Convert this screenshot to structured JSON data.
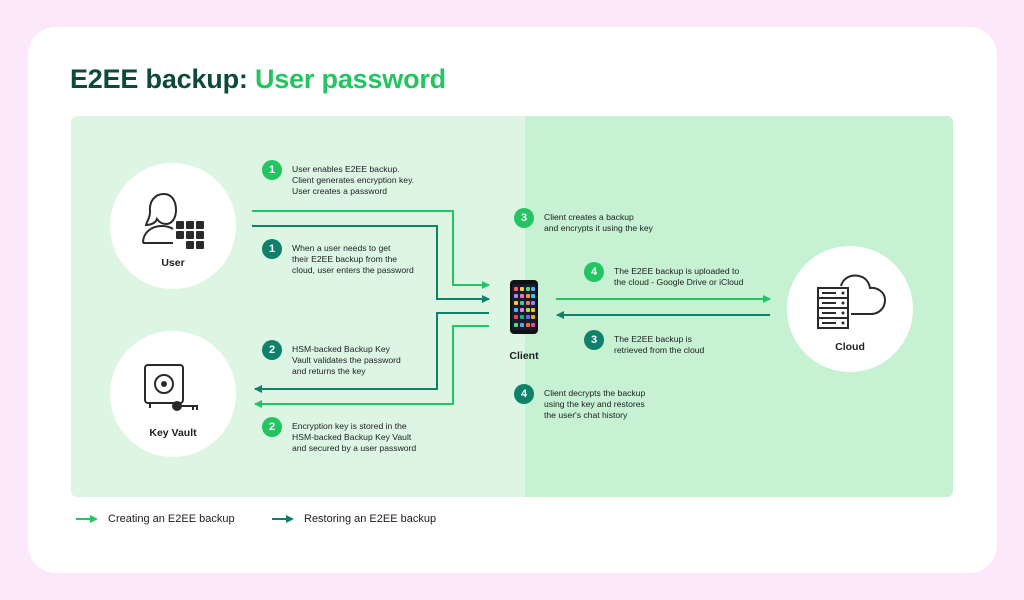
{
  "title": {
    "main": "E2EE backup:",
    "accent": "User password"
  },
  "nodes": {
    "user": "User",
    "key_vault": "Key Vault",
    "client": "Client",
    "cloud": "Cloud"
  },
  "icons": {
    "user": "user-keypad-icon",
    "key_vault": "vault-key-icon",
    "client": "smartphone-icon",
    "cloud": "server-cloud-icon"
  },
  "steps": [
    {
      "num": "1",
      "flow": "create",
      "text": "User enables E2EE backup.\nClient generates encryption key.\nUser creates a password"
    },
    {
      "num": "1",
      "flow": "restore",
      "text": "When a user needs to get\ntheir E2EE backup from the\ncloud, user enters the password"
    },
    {
      "num": "2",
      "flow": "restore",
      "text": "HSM-backed Backup Key\nVault validates the password\nand returns the key"
    },
    {
      "num": "2",
      "flow": "create",
      "text": "Encryption key is stored in the\nHSM-backed Backup Key Vault\nand secured by a user password"
    },
    {
      "num": "3",
      "flow": "create",
      "text": "Client creates a backup\nand encrypts it using the key"
    },
    {
      "num": "4",
      "flow": "create",
      "text": "The E2EE backup is uploaded to\nthe cloud - Google Drive or iCloud"
    },
    {
      "num": "3",
      "flow": "restore",
      "text": "The E2EE backup is\nretrieved from the cloud"
    },
    {
      "num": "4",
      "flow": "restore",
      "text": "Client decrypts the backup\nusing the key and restores\nthe user's chat history"
    }
  ],
  "legend": {
    "create": "Creating an E2EE backup",
    "restore": "Restoring an E2EE backup"
  },
  "colors": {
    "create": "#25c462",
    "restore": "#0f8069",
    "title": "#0d4a3a",
    "background": "#fbe9fb"
  }
}
